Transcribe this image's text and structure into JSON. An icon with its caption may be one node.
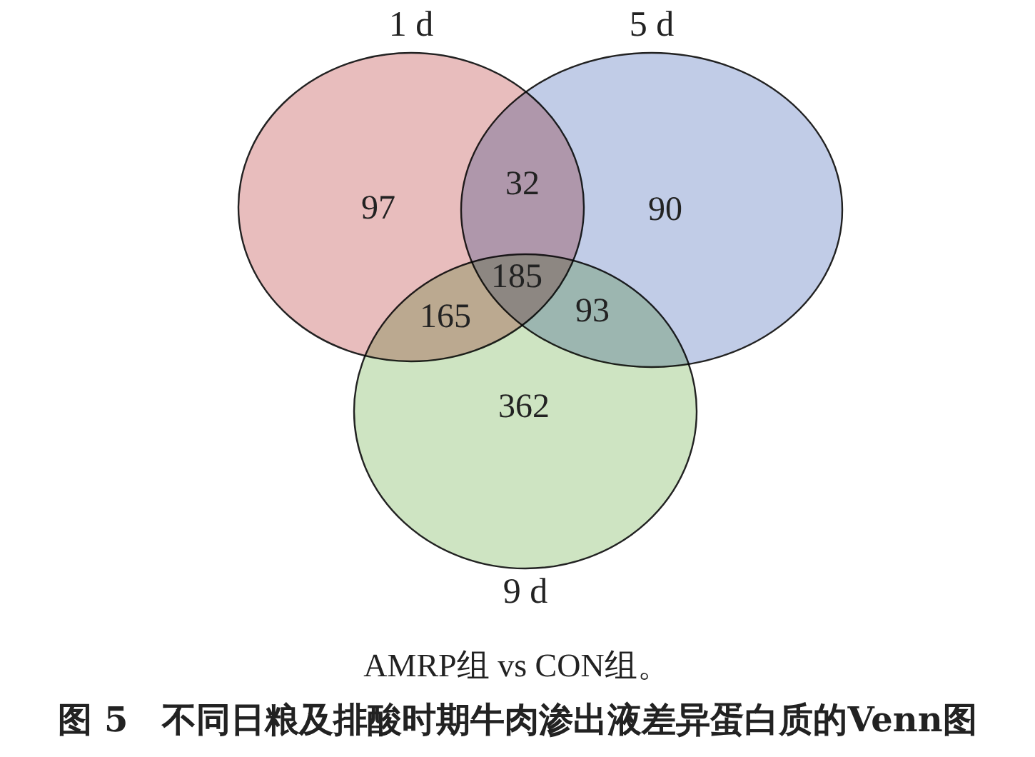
{
  "diagram": {
    "caption": "图 5　不同日粮及排酸时期牛肉渗出液差异蛋白质的Venn图",
    "nodes": [
      {
        "text": [
          "1 d"
        ]
      },
      {
        "text": [
          "5 d"
        ]
      },
      {
        "text": [
          "9 d"
        ]
      }
    ],
    "labels": [
      "97",
      "32",
      "90",
      "185",
      "165",
      "93",
      "362",
      "AMRP组 vs CON组。"
    ]
  }
}
